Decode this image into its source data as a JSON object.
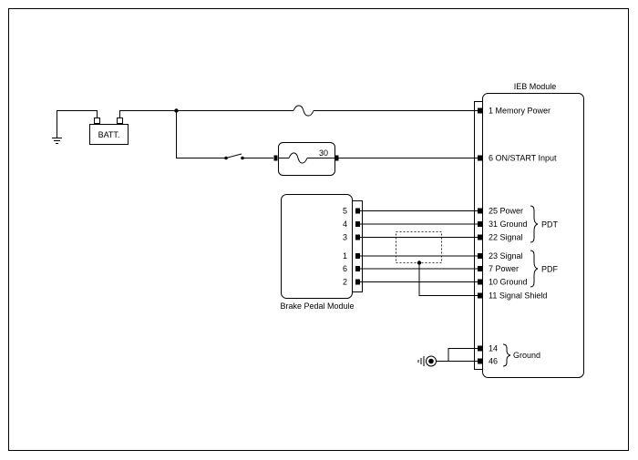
{
  "battery": {
    "label": "BATT."
  },
  "fusible_link": {
    "label": "30"
  },
  "ieb_module": {
    "title": "IEB Module",
    "pins": [
      {
        "num": "1",
        "name": "Memory Power"
      },
      {
        "num": "6",
        "name": "ON/START Input"
      },
      {
        "num": "25",
        "name": "Power"
      },
      {
        "num": "31",
        "name": "Ground"
      },
      {
        "num": "22",
        "name": "Signal"
      },
      {
        "num": "23",
        "name": "Signal"
      },
      {
        "num": "7",
        "name": "Power"
      },
      {
        "num": "10",
        "name": "Ground"
      },
      {
        "num": "11",
        "name": "Signal Shield"
      },
      {
        "num": "14",
        "name": ""
      },
      {
        "num": "46",
        "name": ""
      }
    ],
    "groups": {
      "pdt": "PDT",
      "pdf": "PDF",
      "ground": "Ground"
    }
  },
  "brake_pedal_module": {
    "title": "Brake Pedal Module",
    "pins": [
      "5",
      "4",
      "3",
      "1",
      "6",
      "2"
    ]
  }
}
